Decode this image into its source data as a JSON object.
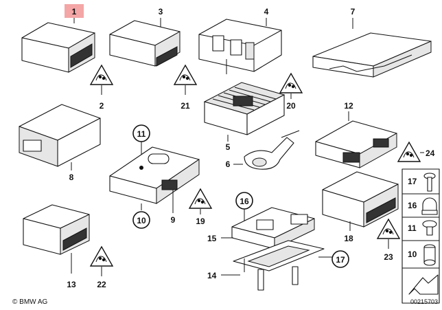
{
  "callouts": {
    "p1": "1",
    "p2": "2",
    "p3": "3",
    "p4": "4",
    "p5": "5",
    "p6": "6",
    "p7": "7",
    "p8": "8",
    "p9": "9",
    "p10": "10",
    "p11": "11",
    "p12": "12",
    "p13": "13",
    "p14": "14",
    "p15": "15",
    "p16": "16",
    "p17": "17",
    "p18": "18",
    "p19": "19",
    "p20": "20",
    "p21": "21",
    "p22": "22",
    "p23": "23",
    "p24": "24"
  },
  "side_panel": [
    "17",
    "16",
    "11",
    "10"
  ],
  "highlight_color": "#f4a6a6",
  "footer": {
    "brand": "BMW AG",
    "code": "00215703"
  }
}
